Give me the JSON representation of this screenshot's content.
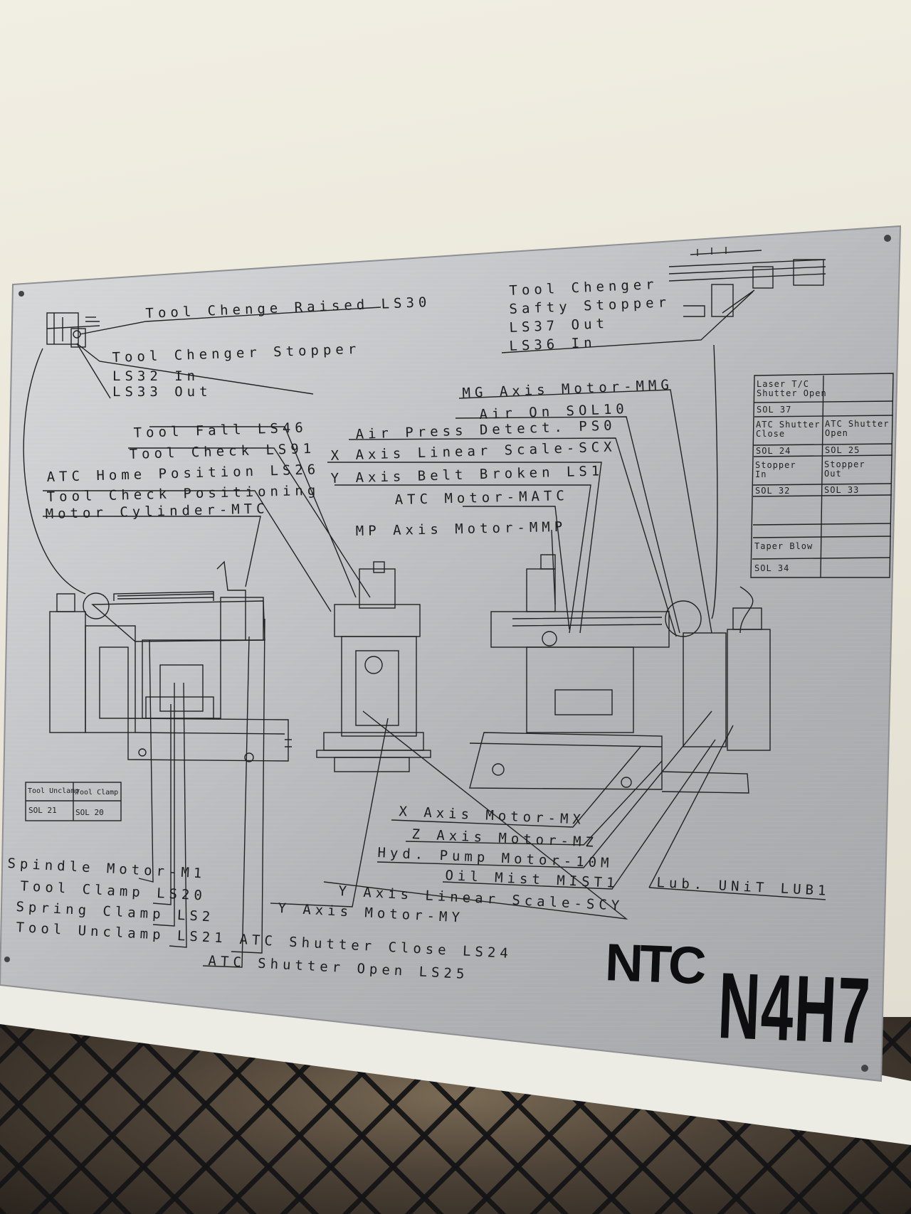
{
  "brand": {
    "logo": "NTC",
    "model": "N4H7"
  },
  "labels": {
    "tool_change_raised": "Tool Chenge Raised LS30",
    "tool_changer_stopper_title": "Tool Chenger Stopper",
    "ls32_in": "LS32 In",
    "ls33_out": "LS33 Out",
    "safety_title_1": "Tool Chenger",
    "safety_title_2": "Safty Stopper",
    "ls37_out": "LS37 Out",
    "ls36_in": "LS36 In",
    "mg_axis_motor": "MG Axis Motor-MMG",
    "air_on": "Air On SOL10",
    "air_press": "Air Press Detect. PS0",
    "x_linear_scale": "X Axis Linear Scale-SCX",
    "y_belt_broken": "Y Axis Belt Broken LS1",
    "atc_motor": "ATC Motor-MATC",
    "mp_axis_motor": "MP Axis Motor-MMP",
    "tool_fall": "Tool Fall LS46",
    "tool_check": "Tool Check LS91",
    "atc_home": "ATC Home Position LS26",
    "tool_check_positioning": "Tool Check Positioning",
    "motor_cylinder": "Motor Cylinder-MTC",
    "x_axis_motor": "X Axis Motor-MX",
    "z_axis_motor": "Z Axis Motor-MZ",
    "hyd_pump": "Hyd. Pump Motor-10M",
    "oil_mist": "Oil Mist MIST1",
    "lub_unit": "Lub. UNiT LUB1",
    "y_linear_scale": "Y Axis Linear Scale-SCY",
    "y_axis_motor": "Y Axis Motor-MY",
    "spindle_motor": "Spindle Motor-M1",
    "tool_clamp": "Tool Clamp LS20",
    "spring_clamp": "Spring Clamp LS2",
    "tool_unclamp": "Tool Unclamp LS21",
    "atc_shutter_close": "ATC Shutter Close LS24",
    "atc_shutter_open": "ATC Shutter Open LS25"
  },
  "sol_table": {
    "r1_label": "Laser T/C\nShutter Open",
    "r1_sol": "SOL 37",
    "r2a_label": "ATC Shutter\nClose",
    "r2b_label": "ATC Shutter\nOpen",
    "r2a_sol": "SOL 24",
    "r2b_sol": "SOL 25",
    "r3a_label": "Stopper\nIn",
    "r3b_label": "Stopper\nOut",
    "r3a_sol": "SOL 32",
    "r3b_sol": "SOL 33",
    "r5_label": "Taper Blow",
    "r5_sol": "SOL 34"
  },
  "clamp_table": {
    "h1": "Tool Unclamp",
    "h2": "Tool Clamp",
    "v1": "SOL 21",
    "v2": "SOL 20"
  }
}
